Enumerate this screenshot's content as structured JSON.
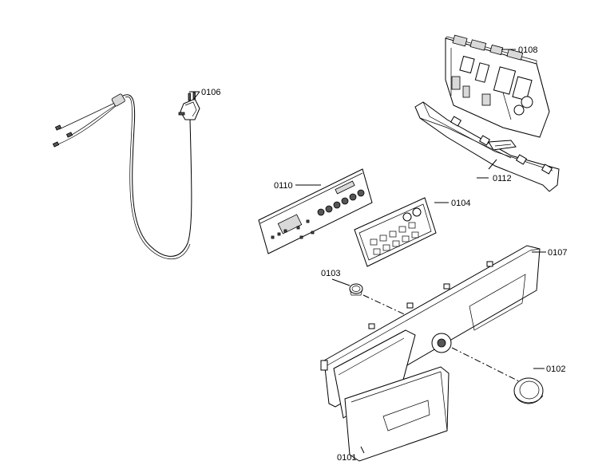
{
  "labels": {
    "p0101": "0101",
    "p0102": "0102",
    "p0103": "0103",
    "p0104": "0104",
    "p0106": "0106",
    "p0107": "0107",
    "p0108": "0108",
    "p0110": "0110",
    "p0112": "0112"
  }
}
